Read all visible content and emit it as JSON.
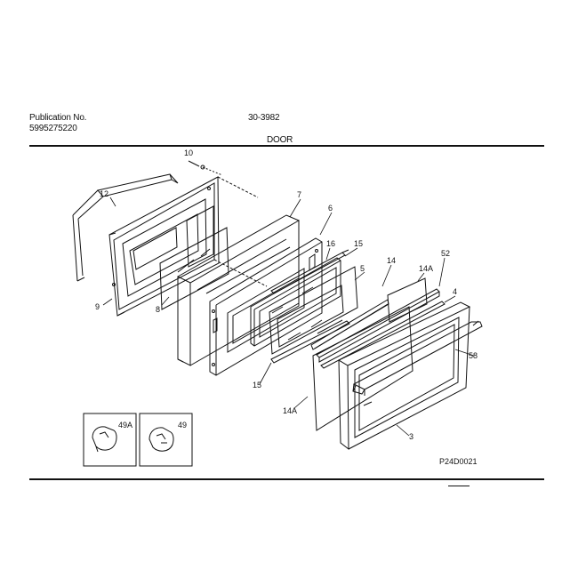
{
  "header": {
    "publication_label": "Publication No.",
    "publication_number": "5995275220",
    "model": "30-3982",
    "section": "DOOR"
  },
  "parts": {
    "p10": "10",
    "p12": "12",
    "p9": "9",
    "p8": "8",
    "p7": "7",
    "p6": "6",
    "p16": "16",
    "p15a": "15",
    "p5": "5",
    "p14": "14",
    "p14a_top": "14A",
    "p52": "52",
    "p4": "4",
    "p58": "58",
    "p15b": "15",
    "p14a_bottom": "14A",
    "p3": "3"
  },
  "insets": {
    "left_label": "49A",
    "right_label": "49"
  },
  "figure_code": "P24D0021"
}
